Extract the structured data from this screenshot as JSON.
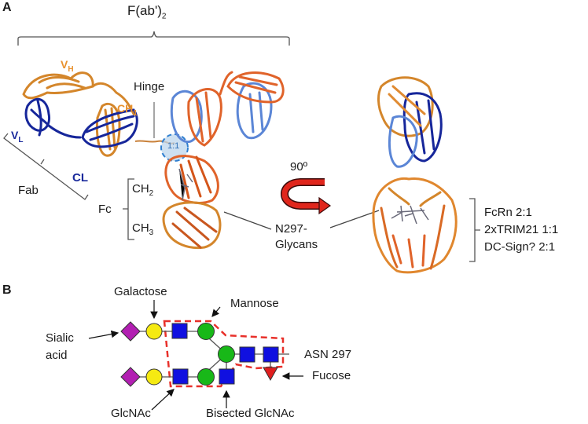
{
  "panel_a": {
    "letter": "A",
    "fab2_label": "F(ab')",
    "fab2_sub": "2",
    "hinge_label": "Hinge",
    "vh_label": "V",
    "vh_sub": "H",
    "ch1_label": "CH",
    "ch1_sub": "1",
    "vl_label": "V",
    "vl_sub": "L",
    "cl_label": "CL",
    "fab_label": "Fab",
    "fc_label": "Fc",
    "ch2_label": "CH",
    "ch2_sub": "2",
    "ch3_label": "CH",
    "ch3_sub": "3",
    "ratio_circle_label": "1:1",
    "rotation_label": "90º",
    "glycans_label_line1": "N297-",
    "glycans_label_line2": "Glycans",
    "binding_partners": [
      "FcRn 2:1",
      "2xTRIM21 1:1",
      "DC-Sign? 2:1"
    ]
  },
  "panel_b": {
    "letter": "B",
    "galactose_label": "Galactose",
    "mannose_label": "Mannose",
    "sialic_label_line1": "Sialic",
    "sialic_label_line2": "acid",
    "asn_label": "ASN 297",
    "fucose_label": "Fucose",
    "glcnac_label": "GlcNAc",
    "bisected_label": "Bisected GlcNAc"
  },
  "colors": {
    "heavy_chain_orange": "#e8912e",
    "heavy_chain_red_orange": "#d9571f",
    "light_chain_navy": "#1a2a9c",
    "light_chain_blue": "#5b86d6",
    "sialic_purple": "#b21fb2",
    "galactose_yellow": "#f5ea12",
    "glcnac_blue": "#1010e0",
    "mannose_green": "#18b818",
    "fucose_red": "#e01e1e",
    "core_dashed_red": "#e8302a",
    "rotation_arrow_red": "#e0261c"
  }
}
